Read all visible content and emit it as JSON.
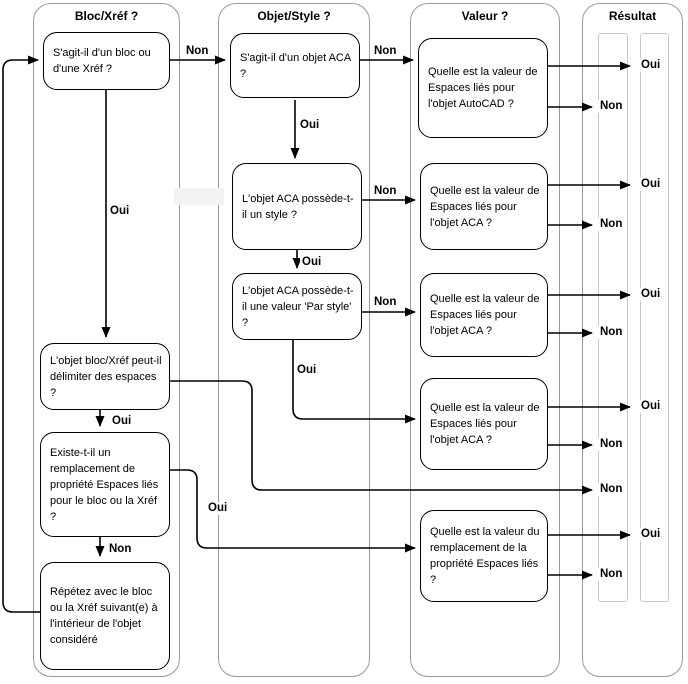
{
  "diagram": {
    "columns": [
      {
        "title": "Bloc/Xréf ?"
      },
      {
        "title": "Objet/Style ?"
      },
      {
        "title": "Valeur ?"
      },
      {
        "title": "Résultat"
      }
    ],
    "nodes": {
      "bloc_xref": {
        "text": "S'agit-il d'un bloc ou d'une Xréf ?"
      },
      "objet_aca": {
        "text": "S'agit-il d'un objet ACA ?"
      },
      "style": {
        "text": "L'objet ACA possède-t-il un style ?"
      },
      "par_style": {
        "text": "L'objet ACA possède-t-il une valeur 'Par style' ?"
      },
      "delimiter": {
        "text": "L'objet bloc/Xréf peut-il délimiter des espaces ?"
      },
      "remplacement": {
        "text": "Existe-t-il un remplacement de propriété Espaces liés pour le bloc ou la Xréf ?"
      },
      "repetez": {
        "text": "Répétez avec le bloc ou la Xréf suivant(e) à l'intérieur de l'objet considéré"
      },
      "valeur_autocad": {
        "text": "Quelle est la valeur de Espaces liés pour l'objet AutoCAD ?"
      },
      "valeur_aca_1": {
        "text": "Quelle est la valeur de Espaces liés pour l'objet ACA ?"
      },
      "valeur_aca_2": {
        "text": "Quelle est la valeur de Espaces liés pour l'objet ACA ?"
      },
      "valeur_aca_3": {
        "text": "Quelle est la valeur de Espaces liés pour l'objet ACA ?"
      },
      "valeur_remplacement": {
        "text": "Quelle est la valeur du remplacement de la propriété Espaces liés ?"
      }
    },
    "labels": {
      "oui": "Oui",
      "non": "Non"
    },
    "colors": {
      "line": "#000000",
      "container_border": "#9a9a9a",
      "lane_border": "#c9c9c9",
      "background": "#ffffff",
      "text": "#000000"
    }
  }
}
